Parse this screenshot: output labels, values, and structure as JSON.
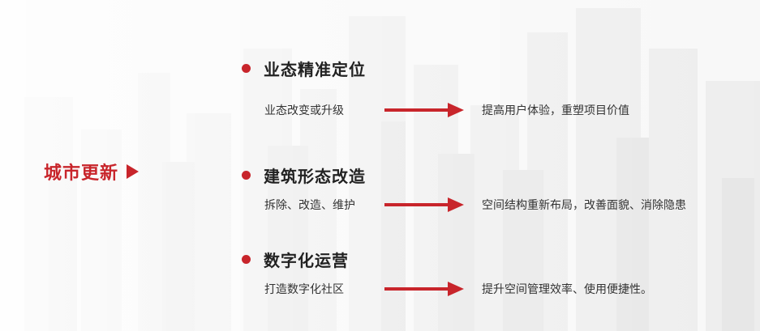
{
  "main_topic": "城市更新",
  "sections": [
    {
      "title": "业态精准定位",
      "from": "业态改变或升级",
      "to": "提高用户体验，重塑项目价值"
    },
    {
      "title": "建筑形态改造",
      "from": "拆除、改造、维护",
      "to": "空间结构重新布局，改善面貌、消除隐患"
    },
    {
      "title": "数字化运营",
      "from": "打造数字化社区",
      "to": "提升空间管理效率、使用便捷性。"
    }
  ],
  "colors": {
    "accent": "#c8252b"
  },
  "icons": [
    "bullet-dot-icon",
    "right-arrow-icon",
    "play-triangle-icon"
  ]
}
